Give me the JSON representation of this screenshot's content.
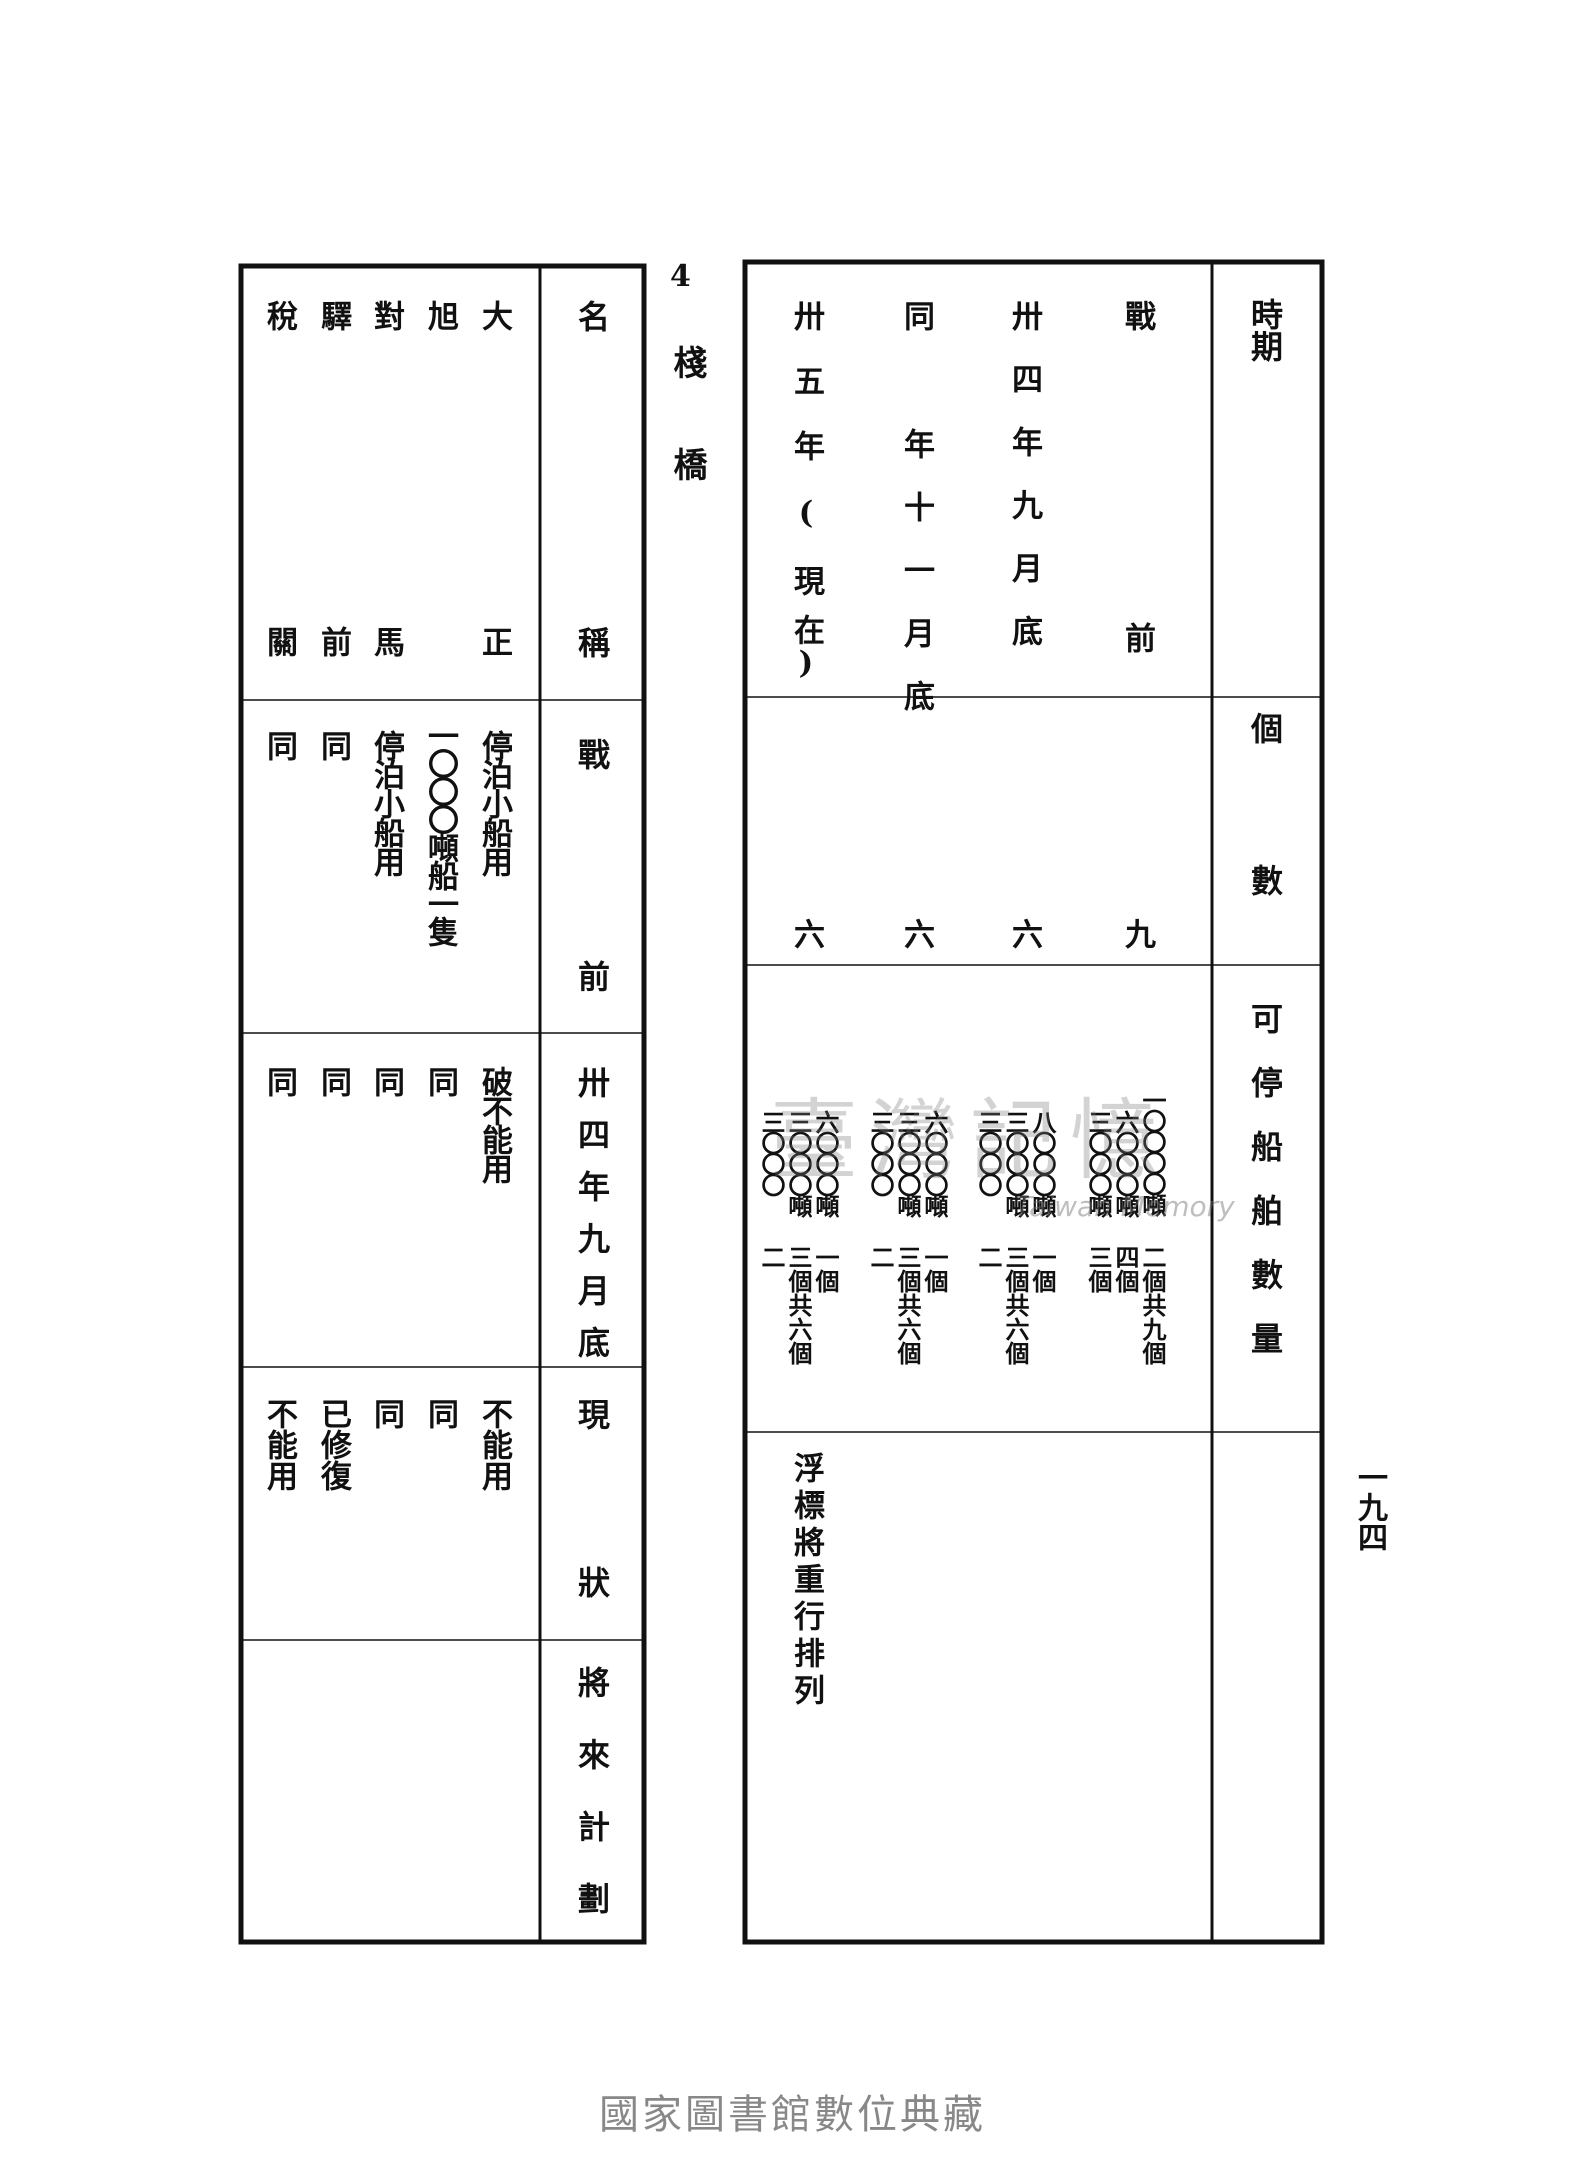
{
  "page_number": "一九四",
  "footer": "國家圖書館數位典藏",
  "watermark": {
    "chinese": "臺灣記憶",
    "english": "Taiwan Memory"
  },
  "right_table": {
    "col_period": "時期",
    "col_count": "個數",
    "col_capacity": "可停船舶數量",
    "rows": [
      {
        "period_a": "戰",
        "period_b": "前",
        "count": "九",
        "capacity_a": "一〇〇〇〇噸",
        "capacity_b": "二個共九個",
        "capacity_c": "六〇〇〇噸",
        "capacity_d": "四個",
        "capacity_e": "三〇〇〇噸",
        "capacity_f": "三個"
      },
      {
        "period_a": "卅四年九月底",
        "count": "六",
        "capacity_a": "八〇〇〇噸",
        "capacity_b": "一個",
        "capacity_c": "三〇〇〇噸",
        "capacity_d": "三個共六個",
        "capacity_e": "三〇〇〇",
        "capacity_f": "二"
      },
      {
        "period_a": "同",
        "period_b": "年十一月底",
        "count": "六",
        "capacity_a": "六〇〇〇噸",
        "capacity_b": "一個",
        "capacity_c": "三〇〇〇噸",
        "capacity_d": "三個共六個",
        "capacity_e": "三〇〇〇",
        "capacity_f": "二"
      },
      {
        "period_a": "卅五年(現",
        "period_b": "在)",
        "count": "六",
        "capacity_a": "六〇〇〇噸",
        "capacity_b": "一個",
        "capacity_c": "三〇〇〇噸",
        "capacity_d": "三個共六個",
        "capacity_e": "三〇〇〇",
        "capacity_f": "二"
      }
    ],
    "remark": "浮標將重行排列"
  },
  "section": {
    "number": "4",
    "title": "棧橋"
  },
  "left_table": {
    "col_name_a": "名",
    "col_name_b": "稱",
    "col_prewar_a": "戰",
    "col_prewar_b": "前",
    "col_date": "卅四年九月底",
    "col_status_a": "現",
    "col_status_b": "狀",
    "col_future": "將來計劃",
    "rows": [
      {
        "name_a": "大",
        "name_b": "正",
        "prewar": "停泊小船用",
        "date": "破不能用",
        "status": "不能用"
      },
      {
        "name_a": "旭",
        "prewar": "一〇〇〇噸船一隻",
        "date": "同",
        "status": "同"
      },
      {
        "name_a": "對",
        "name_b": "馬",
        "prewar": "停泊小船用",
        "date": "同",
        "status": "同"
      },
      {
        "name_a": "驛",
        "name_b": "前",
        "prewar": "同",
        "date": "同",
        "status": "已修復"
      },
      {
        "name_a": "稅",
        "name_b": "關",
        "prewar": "同",
        "date": "同",
        "status": "不能用"
      }
    ]
  }
}
